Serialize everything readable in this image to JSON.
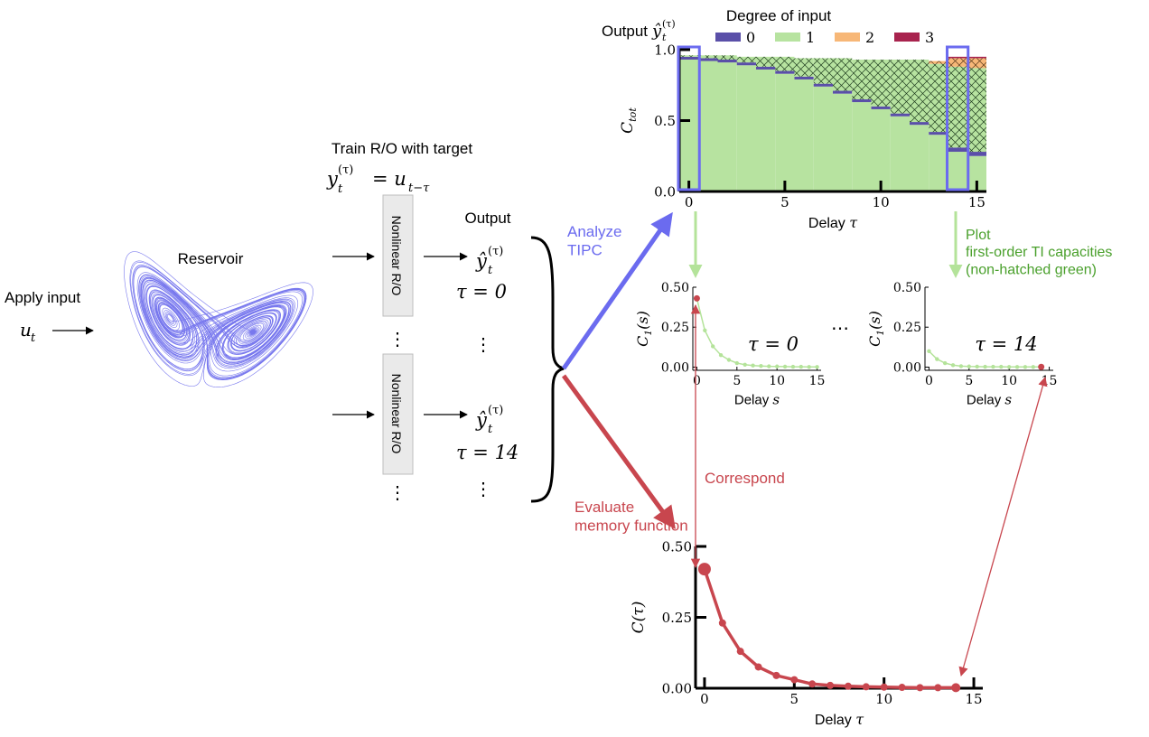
{
  "labels": {
    "apply_input": "Apply input",
    "input_var": "u",
    "input_sub": "t",
    "reservoir": "Reservoir",
    "train_title": "Train R/O with target",
    "train_eq_lhs": "y",
    "train_eq_sup": "(τ)",
    "train_eq_sub": "t",
    "train_eq_rhs": "= u",
    "train_eq_rhs_sub": "t−τ",
    "readout": "Nonlinear R/O",
    "output_header": "Output",
    "yhat": "ŷ",
    "yhat_sup": "(τ)",
    "yhat_sub": "t",
    "tau0_label": "τ = 0",
    "tau14_label": "τ = 14",
    "vdots": "⋮",
    "analyze": "Analyze\nTIPC",
    "evaluate": "Evaluate\nmemory function",
    "correspond": "Correspond",
    "plot_note": "Plot\nfirst-order TI capacities\n(non-hatched green)",
    "hdots": "⋯",
    "top_output_prefix": "Output",
    "legend_title": "Degree of input"
  },
  "colors": {
    "blue": "#6b6bef",
    "red": "#c8464e",
    "green_arrow": "#b4e39a",
    "green_text": "#4aa02c",
    "attractor": "#7878ee"
  },
  "chart_data": [
    {
      "type": "bar",
      "id": "tipc",
      "xlabel": "Delay τ",
      "ylabel": "C_tot",
      "xlim": [
        -0.5,
        15.5
      ],
      "ylim": [
        0,
        1.0
      ],
      "xticks": [
        0,
        5,
        10,
        15
      ],
      "yticks": [
        0.0,
        0.5,
        1.0
      ],
      "legend_title": "Degree of input",
      "legend_placement": "top",
      "categories": [
        0,
        1,
        2,
        3,
        4,
        5,
        6,
        7,
        8,
        9,
        10,
        11,
        12,
        13,
        14,
        15
      ],
      "series": [
        {
          "name": "0",
          "color": "#5a4fa8",
          "values": [
            0.02,
            0.02,
            0.02,
            0.02,
            0.02,
            0.02,
            0.02,
            0.02,
            0.02,
            0.02,
            0.02,
            0.02,
            0.02,
            0.02,
            0.03,
            0.03
          ]
        },
        {
          "name": "1",
          "color": "#b7e3a0",
          "values": [
            0.93,
            0.92,
            0.91,
            0.89,
            0.86,
            0.83,
            0.79,
            0.74,
            0.69,
            0.63,
            0.58,
            0.53,
            0.47,
            0.4,
            0.28,
            0.25
          ]
        },
        {
          "name": "2",
          "color": "#f7b777",
          "values": [
            0.0,
            0.0,
            0.0,
            0.0,
            0.0,
            0.0,
            0.0,
            0.0,
            0.0,
            0.0,
            0.0,
            0.0,
            0.0,
            0.02,
            0.06,
            0.07
          ]
        },
        {
          "name": "3",
          "color": "#a8234e",
          "values": [
            0.0,
            0.0,
            0.0,
            0.0,
            0.0,
            0.0,
            0.0,
            0.0,
            0.0,
            0.0,
            0.0,
            0.0,
            0.0,
            0.0,
            0.01,
            0.01
          ]
        }
      ],
      "total_capacity": [
        0.96,
        0.96,
        0.96,
        0.95,
        0.95,
        0.95,
        0.94,
        0.94,
        0.94,
        0.93,
        0.93,
        0.93,
        0.93,
        0.92,
        0.95,
        0.95
      ],
      "highlighted": [
        0,
        14
      ]
    },
    {
      "type": "line",
      "id": "c1_tau0",
      "xlabel": "Delay s",
      "ylabel": "C_1(s)",
      "annotation": "τ = 0",
      "xlim": [
        -0.5,
        15.5
      ],
      "ylim": [
        -0.02,
        0.5
      ],
      "xticks": [
        0,
        5,
        10,
        15
      ],
      "yticks": [
        0.0,
        0.25,
        0.5
      ],
      "x": [
        0,
        1,
        2,
        3,
        4,
        5,
        6,
        7,
        8,
        9,
        10,
        11,
        12,
        13,
        14,
        15
      ],
      "values": [
        0.43,
        0.23,
        0.13,
        0.075,
        0.045,
        0.025,
        0.015,
        0.01,
        0.007,
        0.005,
        0.004,
        0.003,
        0.002,
        0.002,
        0.001,
        0.001
      ],
      "highlight_index": 0
    },
    {
      "type": "line",
      "id": "c1_tau14",
      "xlabel": "Delay s",
      "ylabel": "C_1(s)",
      "annotation": "τ = 14",
      "xlim": [
        -0.5,
        15.5
      ],
      "ylim": [
        -0.02,
        0.5
      ],
      "xticks": [
        0,
        5,
        10,
        15
      ],
      "yticks": [
        0.0,
        0.25,
        0.5
      ],
      "x": [
        0,
        1,
        2,
        3,
        4,
        5,
        6,
        7,
        8,
        9,
        10,
        11,
        12,
        13,
        14
      ],
      "values": [
        0.1,
        0.05,
        0.025,
        0.012,
        0.006,
        0.004,
        0.003,
        0.002,
        0.002,
        0.002,
        0.001,
        0.001,
        0.001,
        0.001,
        0.001
      ],
      "highlight_index": 14
    },
    {
      "type": "line",
      "id": "memory",
      "xlabel": "Delay τ",
      "ylabel": "C(τ)",
      "xlim": [
        -0.5,
        15.5
      ],
      "ylim": [
        0,
        0.5
      ],
      "xticks": [
        0,
        5,
        10,
        15
      ],
      "yticks": [
        0.0,
        0.25,
        0.5
      ],
      "x": [
        0,
        1,
        2,
        3,
        4,
        5,
        6,
        7,
        8,
        9,
        10,
        11,
        12,
        13,
        14
      ],
      "values": [
        0.42,
        0.23,
        0.13,
        0.075,
        0.045,
        0.03,
        0.015,
        0.01,
        0.007,
        0.005,
        0.004,
        0.003,
        0.002,
        0.002,
        0.002
      ]
    }
  ]
}
